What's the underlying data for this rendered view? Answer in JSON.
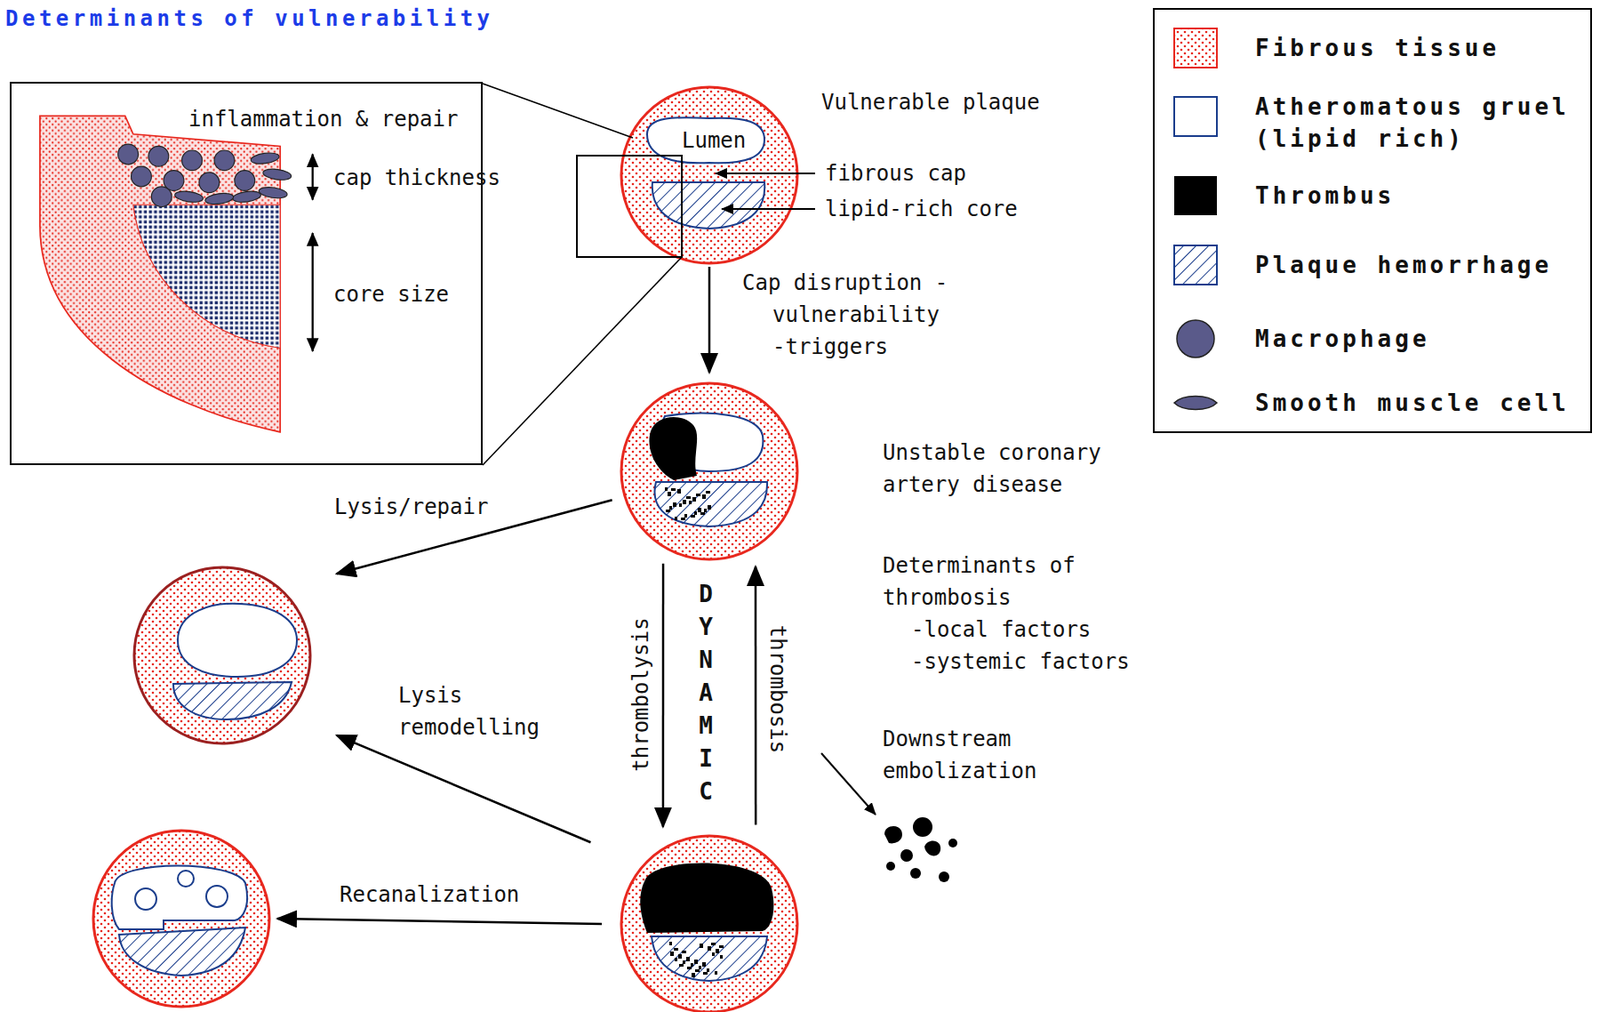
{
  "diagram": {
    "title": "Determinants of vulnerability",
    "nodes": [
      {
        "text": [
          "inflammation & repair",
          "cap thickness",
          "core size"
        ]
      },
      {
        "text": [
          "Vulnerable plaque",
          "Lumen"
        ]
      },
      {
        "text": [
          "Unstable coronary artery disease"
        ]
      },
      {
        "text": []
      },
      {
        "text": []
      },
      {
        "text": []
      }
    ],
    "edges": [
      {
        "from": 1,
        "to": 2,
        "arrow": "to",
        "label": "Cap disruption -vulnerability -triggers"
      },
      {
        "from": 2,
        "to": 3,
        "arrow": "to",
        "label": "Lysis/repair"
      },
      {
        "from": 2,
        "to": 4,
        "arrow": "to",
        "label": "thrombolysis"
      },
      {
        "from": 4,
        "to": 2,
        "arrow": "to",
        "label": "thrombosis"
      },
      {
        "from": 4,
        "to": 3,
        "arrow": "to",
        "label": "Lysis remodelling"
      },
      {
        "from": 4,
        "to": 5,
        "arrow": "to",
        "label": "Recanalization"
      }
    ],
    "labels": [
      "fibrous cap",
      "lipid-rich core",
      "DYNAMIC",
      "Determinants of thrombosis",
      "-local factors",
      "-systemic factors",
      "Downstream embolization"
    ],
    "legend": [
      {
        "text": "Fibrous tissue"
      },
      {
        "text": "Atheromatous gruel (lipid rich)"
      },
      {
        "text": "Thrombus",
        "color": "#000000"
      },
      {
        "text": "Plaque hemorrhage"
      },
      {
        "text": "Macrophage"
      },
      {
        "text": "Smooth muscle cell"
      }
    ]
  }
}
